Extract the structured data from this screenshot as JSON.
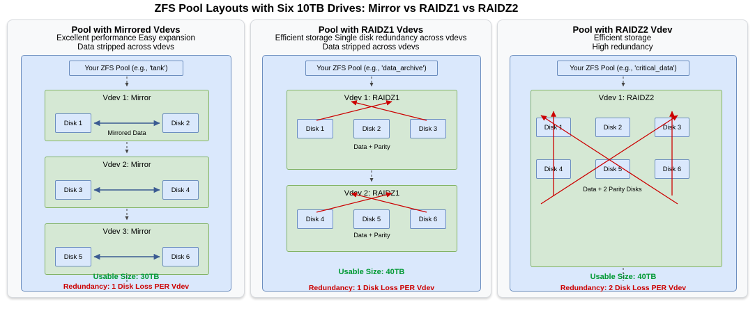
{
  "title": "ZFS Pool Layouts with Six 10TB Drives: Mirror vs RAIDZ1 vs RAIDZ2",
  "colors": {
    "pool_fill": "#dae8fc",
    "pool_border": "#6c8ebf",
    "vdev_fill": "#d5e8d4",
    "vdev_border": "#82b366",
    "usable_text": "#009933",
    "redundancy_text": "#cc0000",
    "mirror_arrow": "#3b5b92",
    "parity_arrow": "#cc0000"
  },
  "panels": [
    {
      "title": "Pool with Mirrored Vdevs",
      "subtitle1": "Excellent performance Easy expansion",
      "subtitle2": "Data stripped across vdevs",
      "pool_label": "Your ZFS Pool (e.g., 'tank')",
      "vdevs": [
        {
          "label": "Vdev 1: Mirror",
          "disks": [
            "Disk 1",
            "Disk 2"
          ],
          "note": "Mirrored Data"
        },
        {
          "label": "Vdev 2: Mirror",
          "disks": [
            "Disk 3",
            "Disk 4"
          ],
          "note": ""
        },
        {
          "label": "Vdev 3: Mirror",
          "disks": [
            "Disk 5",
            "Disk 6"
          ],
          "note": ""
        }
      ],
      "usable_size": "Usable Size: 30TB",
      "redundancy": "Redundancy: 1 Disk Loss PER Vdev"
    },
    {
      "title": "Pool with RAIDZ1 Vdevs",
      "subtitle1": "Efficient storage Single disk redundancy across vdevs",
      "subtitle2": "Data stripped across vdevs",
      "pool_label": "Your ZFS Pool (e.g., 'data_archive')",
      "vdevs": [
        {
          "label": "Vdev 1: RAIDZ1",
          "disks": [
            "Disk 1",
            "Disk 2",
            "Disk 3"
          ],
          "note": "Data + Parity"
        },
        {
          "label": "Vdev 2: RAIDZ1",
          "disks": [
            "Disk 4",
            "Disk 5",
            "Disk 6"
          ],
          "note": "Data + Parity"
        }
      ],
      "usable_size": "Usable Size: 40TB",
      "redundancy": "Redundancy: 1 Disk Loss PER Vdev"
    },
    {
      "title": "Pool with RAIDZ2 Vdev",
      "subtitle1": "Efficient storage",
      "subtitle2": "High redundancy",
      "pool_label": "Your ZFS Pool (e.g., 'critical_data')",
      "vdevs": [
        {
          "label": "Vdev 1: RAIDZ2",
          "disks": [
            "Disk 1",
            "Disk 2",
            "Disk 3",
            "Disk 4",
            "Disk 5",
            "Disk 6"
          ],
          "note": "Data + 2 Parity Disks"
        }
      ],
      "usable_size": "Usable Size: 40TB",
      "redundancy": "Redundancy: 2 Disk Loss PER Vdev"
    }
  ]
}
